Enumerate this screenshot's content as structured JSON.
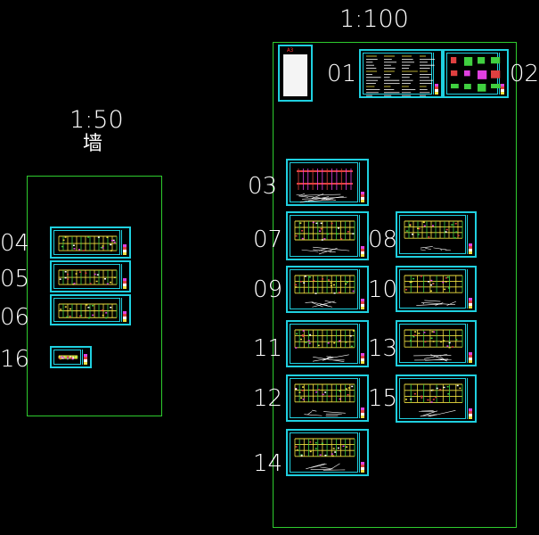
{
  "scale_large": "1:100",
  "scale_small": "1:50",
  "wall_label": "墙",
  "cover_mark": "A3",
  "sheets": {
    "s01": "01",
    "s02": "02",
    "s03": "03",
    "s04": "04",
    "s05": "05",
    "s06": "06",
    "s07": "07",
    "s08": "08",
    "s09": "09",
    "s10": "10",
    "s11": "11",
    "s12": "12",
    "s13": "13",
    "s14": "14",
    "s15": "15",
    "s16": "16"
  },
  "colors": {
    "background": "#000000",
    "frame": "#2ecc2e",
    "sheet_border": "#1fd0e0",
    "text": "#ffffff",
    "drawing_yellow": "#f0e040",
    "drawing_green": "#40d040",
    "drawing_red": "#e04040",
    "drawing_magenta": "#e040e0"
  }
}
